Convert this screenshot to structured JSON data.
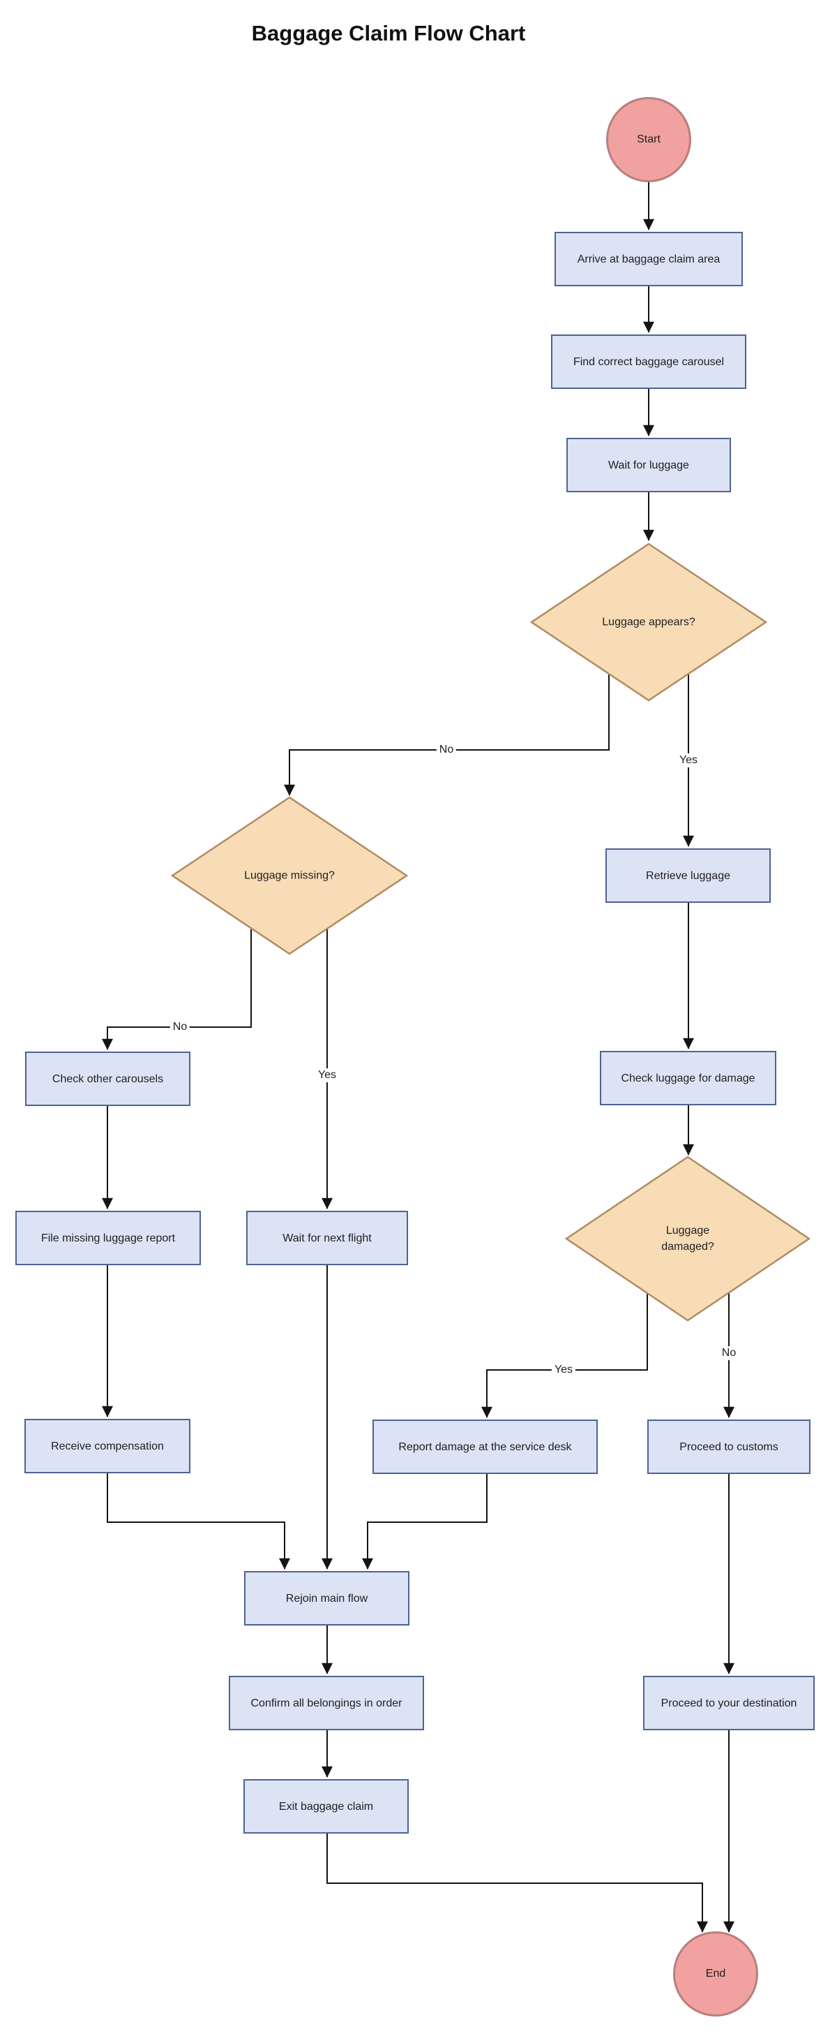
{
  "title": "Baggage Claim Flow Chart",
  "nodes": {
    "start": {
      "label": "Start"
    },
    "arrive": {
      "label": "Arrive at baggage claim area"
    },
    "find_carousel": {
      "label": "Find correct baggage carousel"
    },
    "wait_luggage": {
      "label": "Wait for luggage"
    },
    "luggage_appears": {
      "label": "Luggage appears?"
    },
    "retrieve_luggage": {
      "label": "Retrieve luggage"
    },
    "luggage_missing": {
      "label": "Luggage missing?"
    },
    "check_other_carousels": {
      "label": "Check other carousels"
    },
    "check_luggage_damage": {
      "label": "Check luggage for damage"
    },
    "file_missing_report": {
      "label": "File missing luggage report"
    },
    "wait_next_flight": {
      "label": "Wait for next flight"
    },
    "luggage_damaged": {
      "label": "Luggage damaged?"
    },
    "report_damage": {
      "label": "Report damage at the service desk"
    },
    "proceed_customs": {
      "label": "Proceed to customs"
    },
    "receive_compensation": {
      "label": "Receive compensation"
    },
    "rejoin_main_flow": {
      "label": "Rejoin main flow"
    },
    "confirm_belongings": {
      "label": "Confirm all belongings in order"
    },
    "proceed_destination": {
      "label": "Proceed to your destination"
    },
    "exit_baggage_claim": {
      "label": "Exit baggage claim"
    },
    "end": {
      "label": "End"
    }
  },
  "edge_labels": {
    "appears_no": "No",
    "appears_yes": "Yes",
    "missing_no": "No",
    "missing_yes": "Yes",
    "damaged_yes": "Yes",
    "damaged_no": "No"
  },
  "colors": {
    "process_fill": "#dce3f5",
    "process_border": "#4f6390",
    "decision_fill": "#f8dcb6",
    "decision_border": "#ae8c62",
    "terminal_fill": "#f2a1a1",
    "terminal_border": "#b97e7e",
    "connector": "#141414"
  }
}
